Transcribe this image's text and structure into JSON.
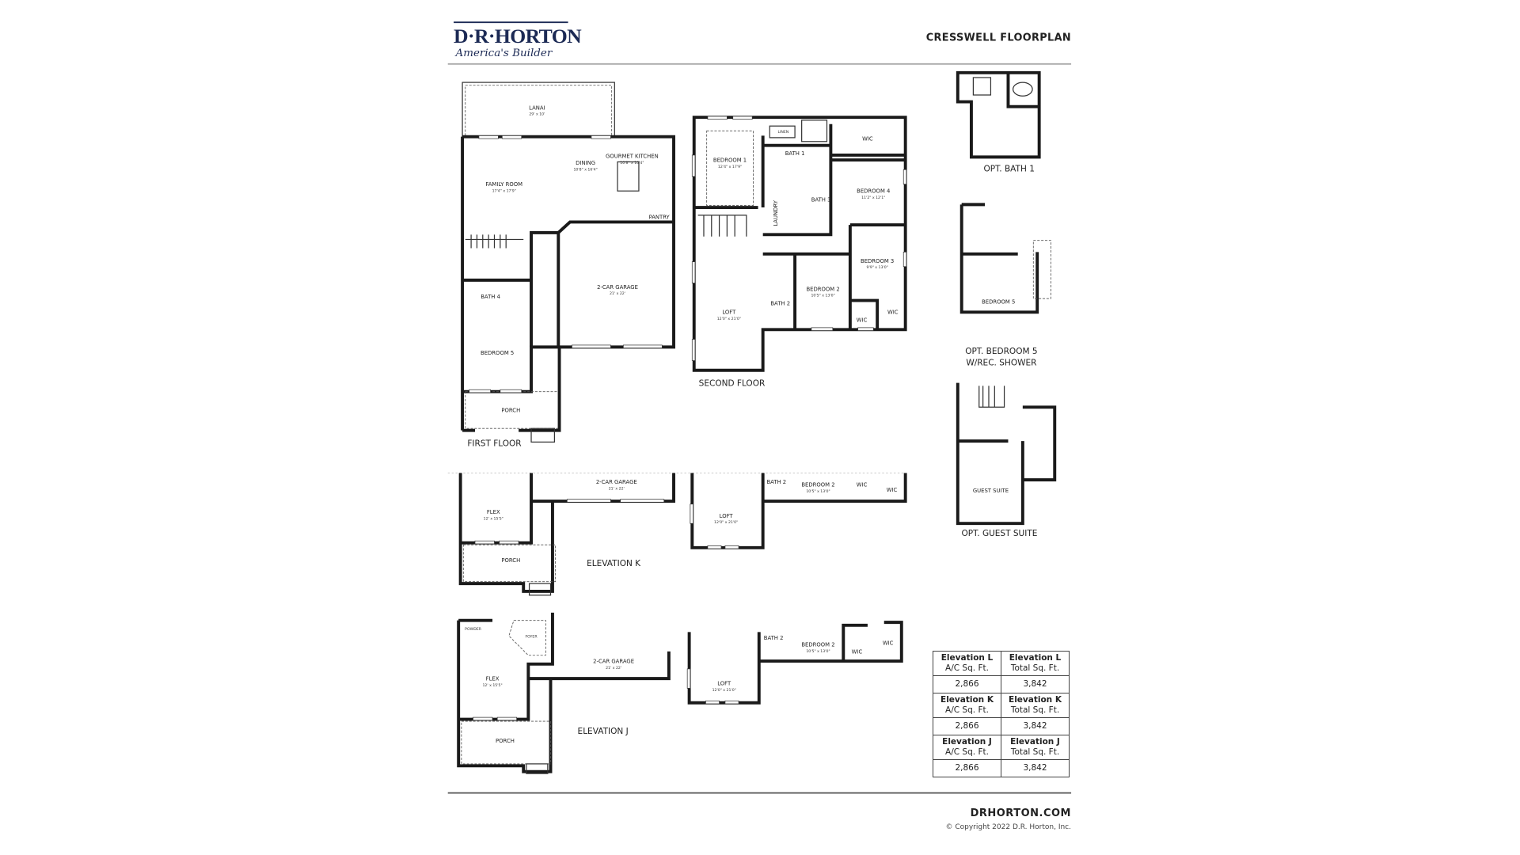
{
  "header": {
    "brand": "D·R·HORTON",
    "tagline": "America's Builder",
    "title": "CRESSWELL FLOORPLAN"
  },
  "first_floor": {
    "title": "FIRST FLOOR",
    "rooms": [
      {
        "name": "LANAI",
        "dim": "29' x 10'"
      },
      {
        "name": "FAMILY ROOM",
        "dim": "17'4\" x 17'9\""
      },
      {
        "name": "DINING",
        "dim": "10'8\" x 16'4\""
      },
      {
        "name": "GOURMET KITCHEN",
        "dim": "10'8\" x 16'4\""
      },
      {
        "name": "PANTRY",
        "dim": ""
      },
      {
        "name": "2-CAR GARAGE",
        "dim": "21' x 22'"
      },
      {
        "name": "BATH 4",
        "dim": ""
      },
      {
        "name": "BEDROOM 5",
        "dim": ""
      },
      {
        "name": "PORCH",
        "dim": ""
      }
    ]
  },
  "second_floor": {
    "title": "SECOND FLOOR",
    "rooms": [
      {
        "name": "BEDROOM 1",
        "dim": "12'4\" x 17'9\""
      },
      {
        "name": "LINEN",
        "dim": ""
      },
      {
        "name": "BATH 1",
        "dim": ""
      },
      {
        "name": "WIC",
        "dim": ""
      },
      {
        "name": "BEDROOM 4",
        "dim": "11'2\" x 12'1\""
      },
      {
        "name": "BATH 3",
        "dim": ""
      },
      {
        "name": "LAUNDRY",
        "dim": ""
      },
      {
        "name": "BEDROOM 3",
        "dim": "9'9\" x 13'0\""
      },
      {
        "name": "BEDROOM 2",
        "dim": "10'5\" x 13'0\""
      },
      {
        "name": "BATH 2",
        "dim": ""
      },
      {
        "name": "WIC",
        "dim": ""
      },
      {
        "name": "WIC",
        "dim": ""
      },
      {
        "name": "LOFT",
        "dim": "12'0\" x 21'0\""
      }
    ]
  },
  "options": {
    "bath1": "OPT. BATH 1",
    "bedroom5_l1": "OPT. BEDROOM 5",
    "bedroom5_l2": "W/REC. SHOWER",
    "bedroom5_room": "BEDROOM 5",
    "guest": "OPT. GUEST SUITE",
    "guest_room": "GUEST SUITE"
  },
  "elevation_k": {
    "title": "ELEVATION K",
    "rooms": [
      {
        "name": "FLEX",
        "dim": "12' x 15'5\""
      },
      {
        "name": "PORCH",
        "dim": ""
      },
      {
        "name": "2-CAR GARAGE",
        "dim": "21' x 22'"
      },
      {
        "name": "LOFT",
        "dim": "12'0\" x 21'0\""
      },
      {
        "name": "BATH 2",
        "dim": ""
      },
      {
        "name": "BEDROOM 2",
        "dim": "10'5\" x 13'0\""
      },
      {
        "name": "WIC",
        "dim": ""
      },
      {
        "name": "WIC",
        "dim": ""
      }
    ]
  },
  "elevation_j": {
    "title": "ELEVATION J",
    "rooms": [
      {
        "name": "POWDER",
        "dim": ""
      },
      {
        "name": "FOYER",
        "dim": ""
      },
      {
        "name": "FLEX",
        "dim": "12' x 15'5\""
      },
      {
        "name": "2-CAR GARAGE",
        "dim": "21' x 22'"
      },
      {
        "name": "PORCH",
        "dim": ""
      },
      {
        "name": "LOFT",
        "dim": "12'0\" x 21'0\""
      },
      {
        "name": "BATH 2",
        "dim": ""
      },
      {
        "name": "BEDROOM 2",
        "dim": "10'5\" x 13'0\""
      },
      {
        "name": "WIC",
        "dim": ""
      },
      {
        "name": "WIC",
        "dim": ""
      }
    ]
  },
  "sqft_table": [
    {
      "h1": "Elevation L",
      "s1": "A/C Sq. Ft.",
      "h2": "Elevation L",
      "s2": "Total Sq. Ft.",
      "v1": "2,866",
      "v2": "3,842"
    },
    {
      "h1": "Elevation K",
      "s1": "A/C Sq. Ft.",
      "h2": "Elevation K",
      "s2": "Total Sq. Ft.",
      "v1": "2,866",
      "v2": "3,842"
    },
    {
      "h1": "Elevation J",
      "s1": "A/C Sq. Ft.",
      "h2": "Elevation J",
      "s2": "Total Sq. Ft.",
      "v1": "2,866",
      "v2": "3,842"
    }
  ],
  "footer": {
    "site": "DRHORTON.COM",
    "copyright": "© Copyright 2022 D.R. Horton, Inc."
  },
  "colors": {
    "brand": "#1c2a55",
    "walls": "#1a1a1a"
  }
}
